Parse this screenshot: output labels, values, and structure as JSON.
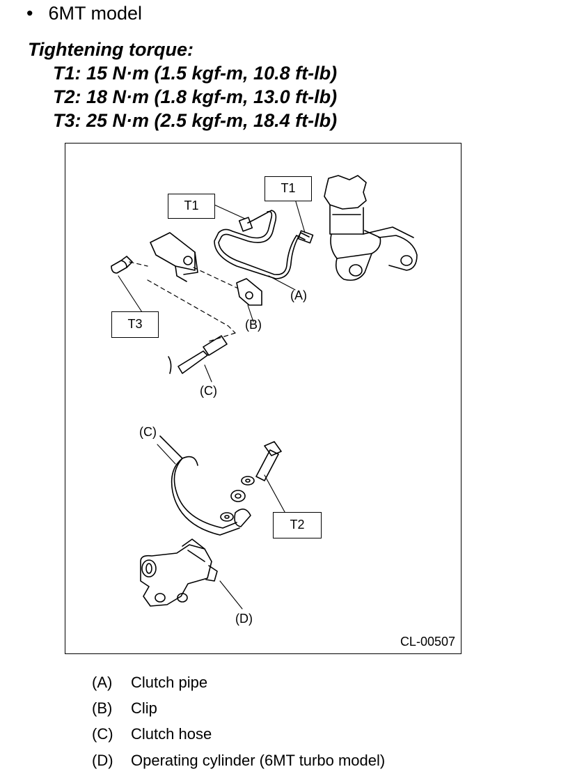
{
  "heading": {
    "bullet": "•",
    "model": "6MT model"
  },
  "torque": {
    "title": "Tightening torque:",
    "rows": [
      "T1: 15 N·m (1.5 kgf-m, 10.8 ft-lb)",
      "T2: 18 N·m (1.8 kgf-m, 13.0 ft-lb)",
      "T3: 25 N·m (2.5 kgf-m, 18.4 ft-lb)"
    ]
  },
  "diagram": {
    "tags": {
      "t1_left": "T1",
      "t1_right": "T1",
      "t3": "T3",
      "t2": "T2"
    },
    "labels": {
      "a": "(A)",
      "b": "(B)",
      "c_top": "(C)",
      "c_bottom": "(C)",
      "d": "(D)"
    },
    "figure_id": "CL-00507"
  },
  "legend": [
    {
      "key": "(A)",
      "text": "Clutch pipe"
    },
    {
      "key": "(B)",
      "text": "Clip"
    },
    {
      "key": "(C)",
      "text": "Clutch hose"
    },
    {
      "key": "(D)",
      "text": "Operating cylinder (6MT turbo model)"
    }
  ]
}
